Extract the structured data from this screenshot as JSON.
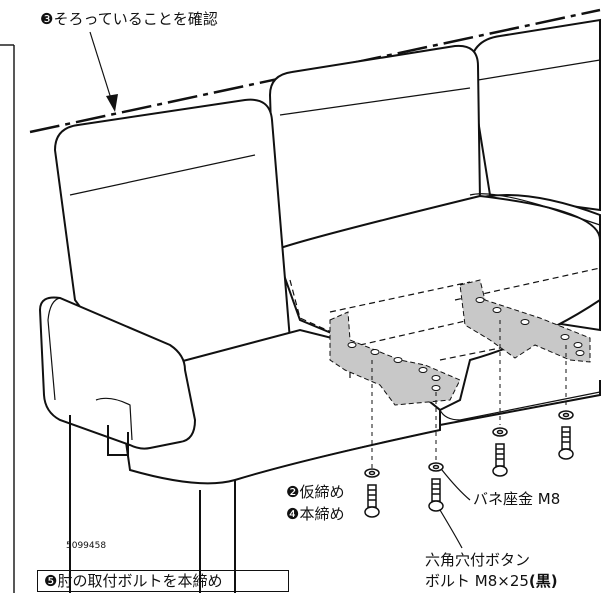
{
  "annotations": {
    "alignment_check": "❸そろっていることを確認",
    "temp_tighten": "❷仮締め",
    "final_tighten": "❹本締め",
    "washer": "バネ座金 M8",
    "bolt_line1": "六角穴付ボタン",
    "bolt_line2": "ボルト M8×25",
    "bolt_color": "(黒)",
    "armrest_bolts": "❺肘の取付ボルトを本締め",
    "figure_id": "5099458"
  },
  "colors": {
    "line": "#111111",
    "bracket_fill": "#c8c8c8",
    "background": "#ffffff"
  }
}
